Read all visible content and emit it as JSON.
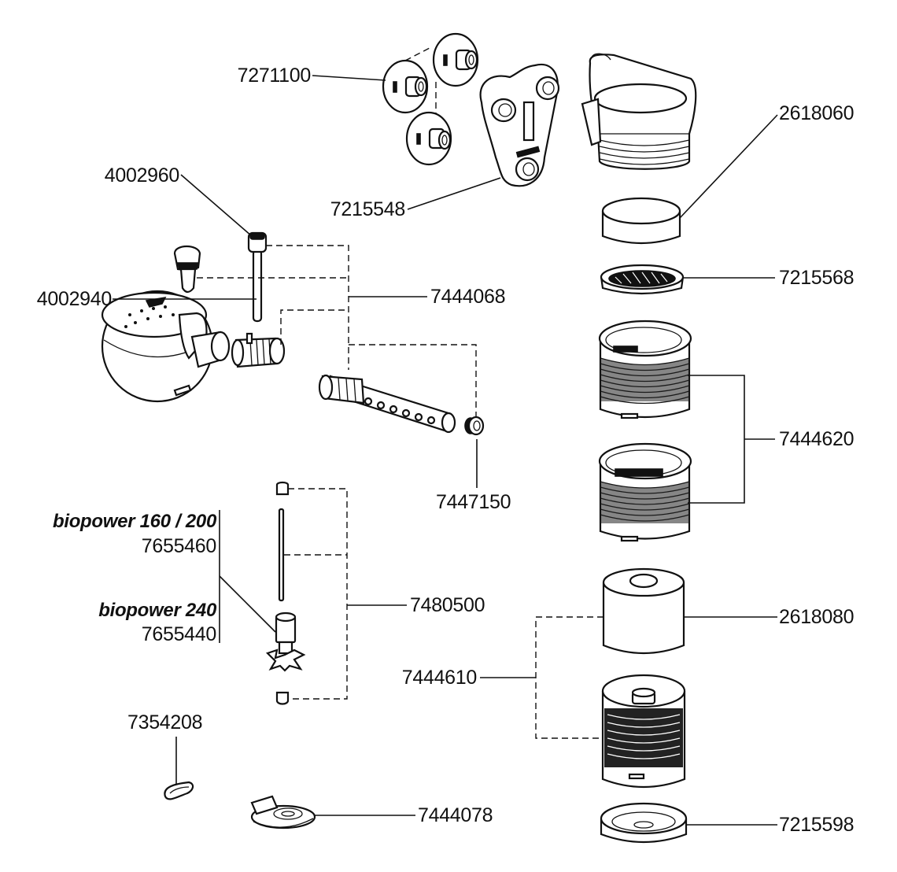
{
  "diagram": {
    "type": "exploded-parts-diagram",
    "parts": [
      {
        "id": "suction_cups",
        "number": "7271100"
      },
      {
        "id": "holder",
        "number": "7215548"
      },
      {
        "id": "pipe_clip",
        "number": "4002960"
      },
      {
        "id": "air_tube",
        "number": "4002940"
      },
      {
        "id": "outlet_set",
        "number": "7444068"
      },
      {
        "id": "end_cap",
        "number": "7447150"
      },
      {
        "id": "top_sponge",
        "number": "2618060"
      },
      {
        "id": "grid_disc",
        "number": "7215568"
      },
      {
        "id": "filter_modules",
        "number": "7444620"
      },
      {
        "id": "impeller_set",
        "number": "7480500"
      },
      {
        "id": "cartridge_sponge",
        "number": "2618080"
      },
      {
        "id": "cartridge_set",
        "number": "7444610"
      },
      {
        "id": "seal_ring",
        "number": "7354208"
      },
      {
        "id": "impeller_cover",
        "number": "7444078"
      },
      {
        "id": "bottom_cap",
        "number": "7215598"
      }
    ],
    "impeller_variants": [
      {
        "model": "biopower 160 / 200",
        "number": "7655460"
      },
      {
        "model": "biopower 240",
        "number": "7655440"
      }
    ]
  }
}
